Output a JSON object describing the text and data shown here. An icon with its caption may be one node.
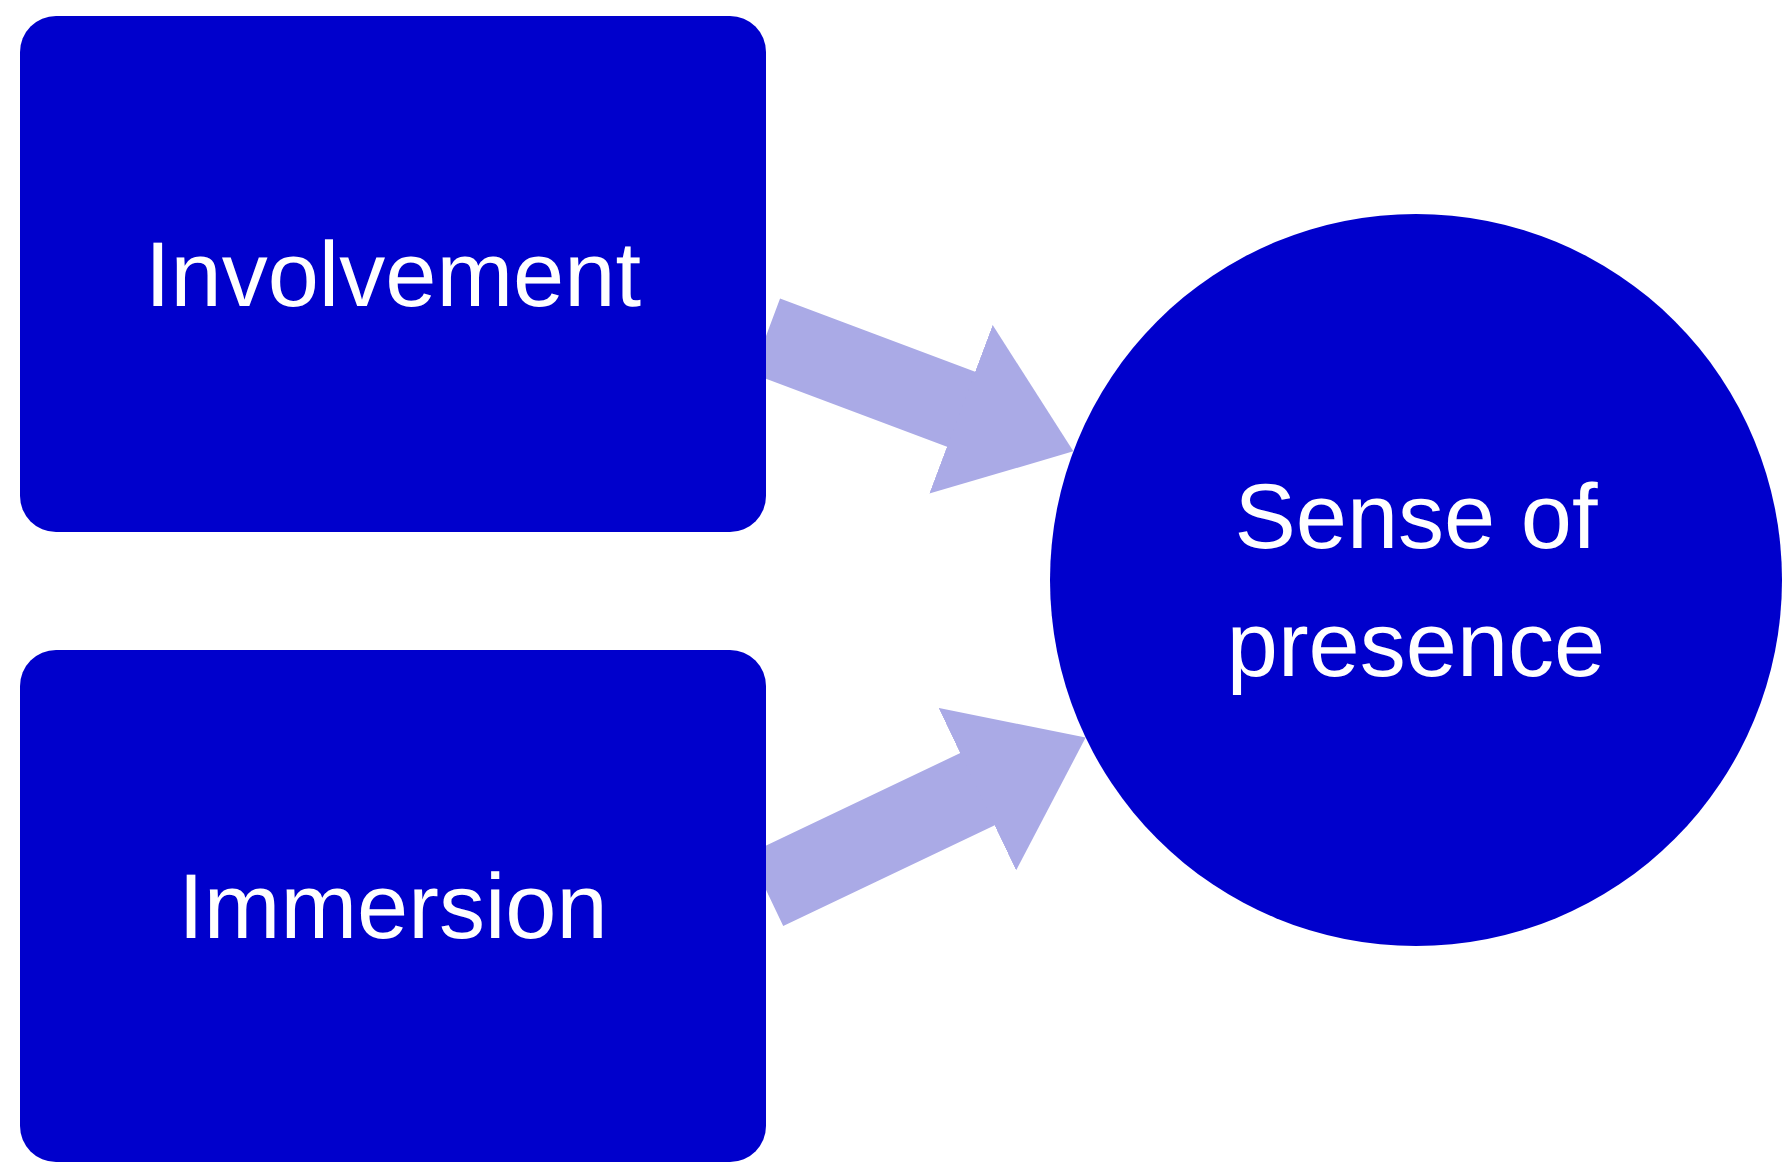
{
  "diagram": {
    "nodes": [
      {
        "text": [
          "Involvement"
        ]
      },
      {
        "text": [
          "Immersion"
        ]
      },
      {
        "text": [
          "Sense of presence"
        ]
      }
    ],
    "edges": [
      {
        "from": 0,
        "to": 2,
        "arrow": "to"
      },
      {
        "from": 1,
        "to": 2,
        "arrow": "to"
      }
    ]
  }
}
